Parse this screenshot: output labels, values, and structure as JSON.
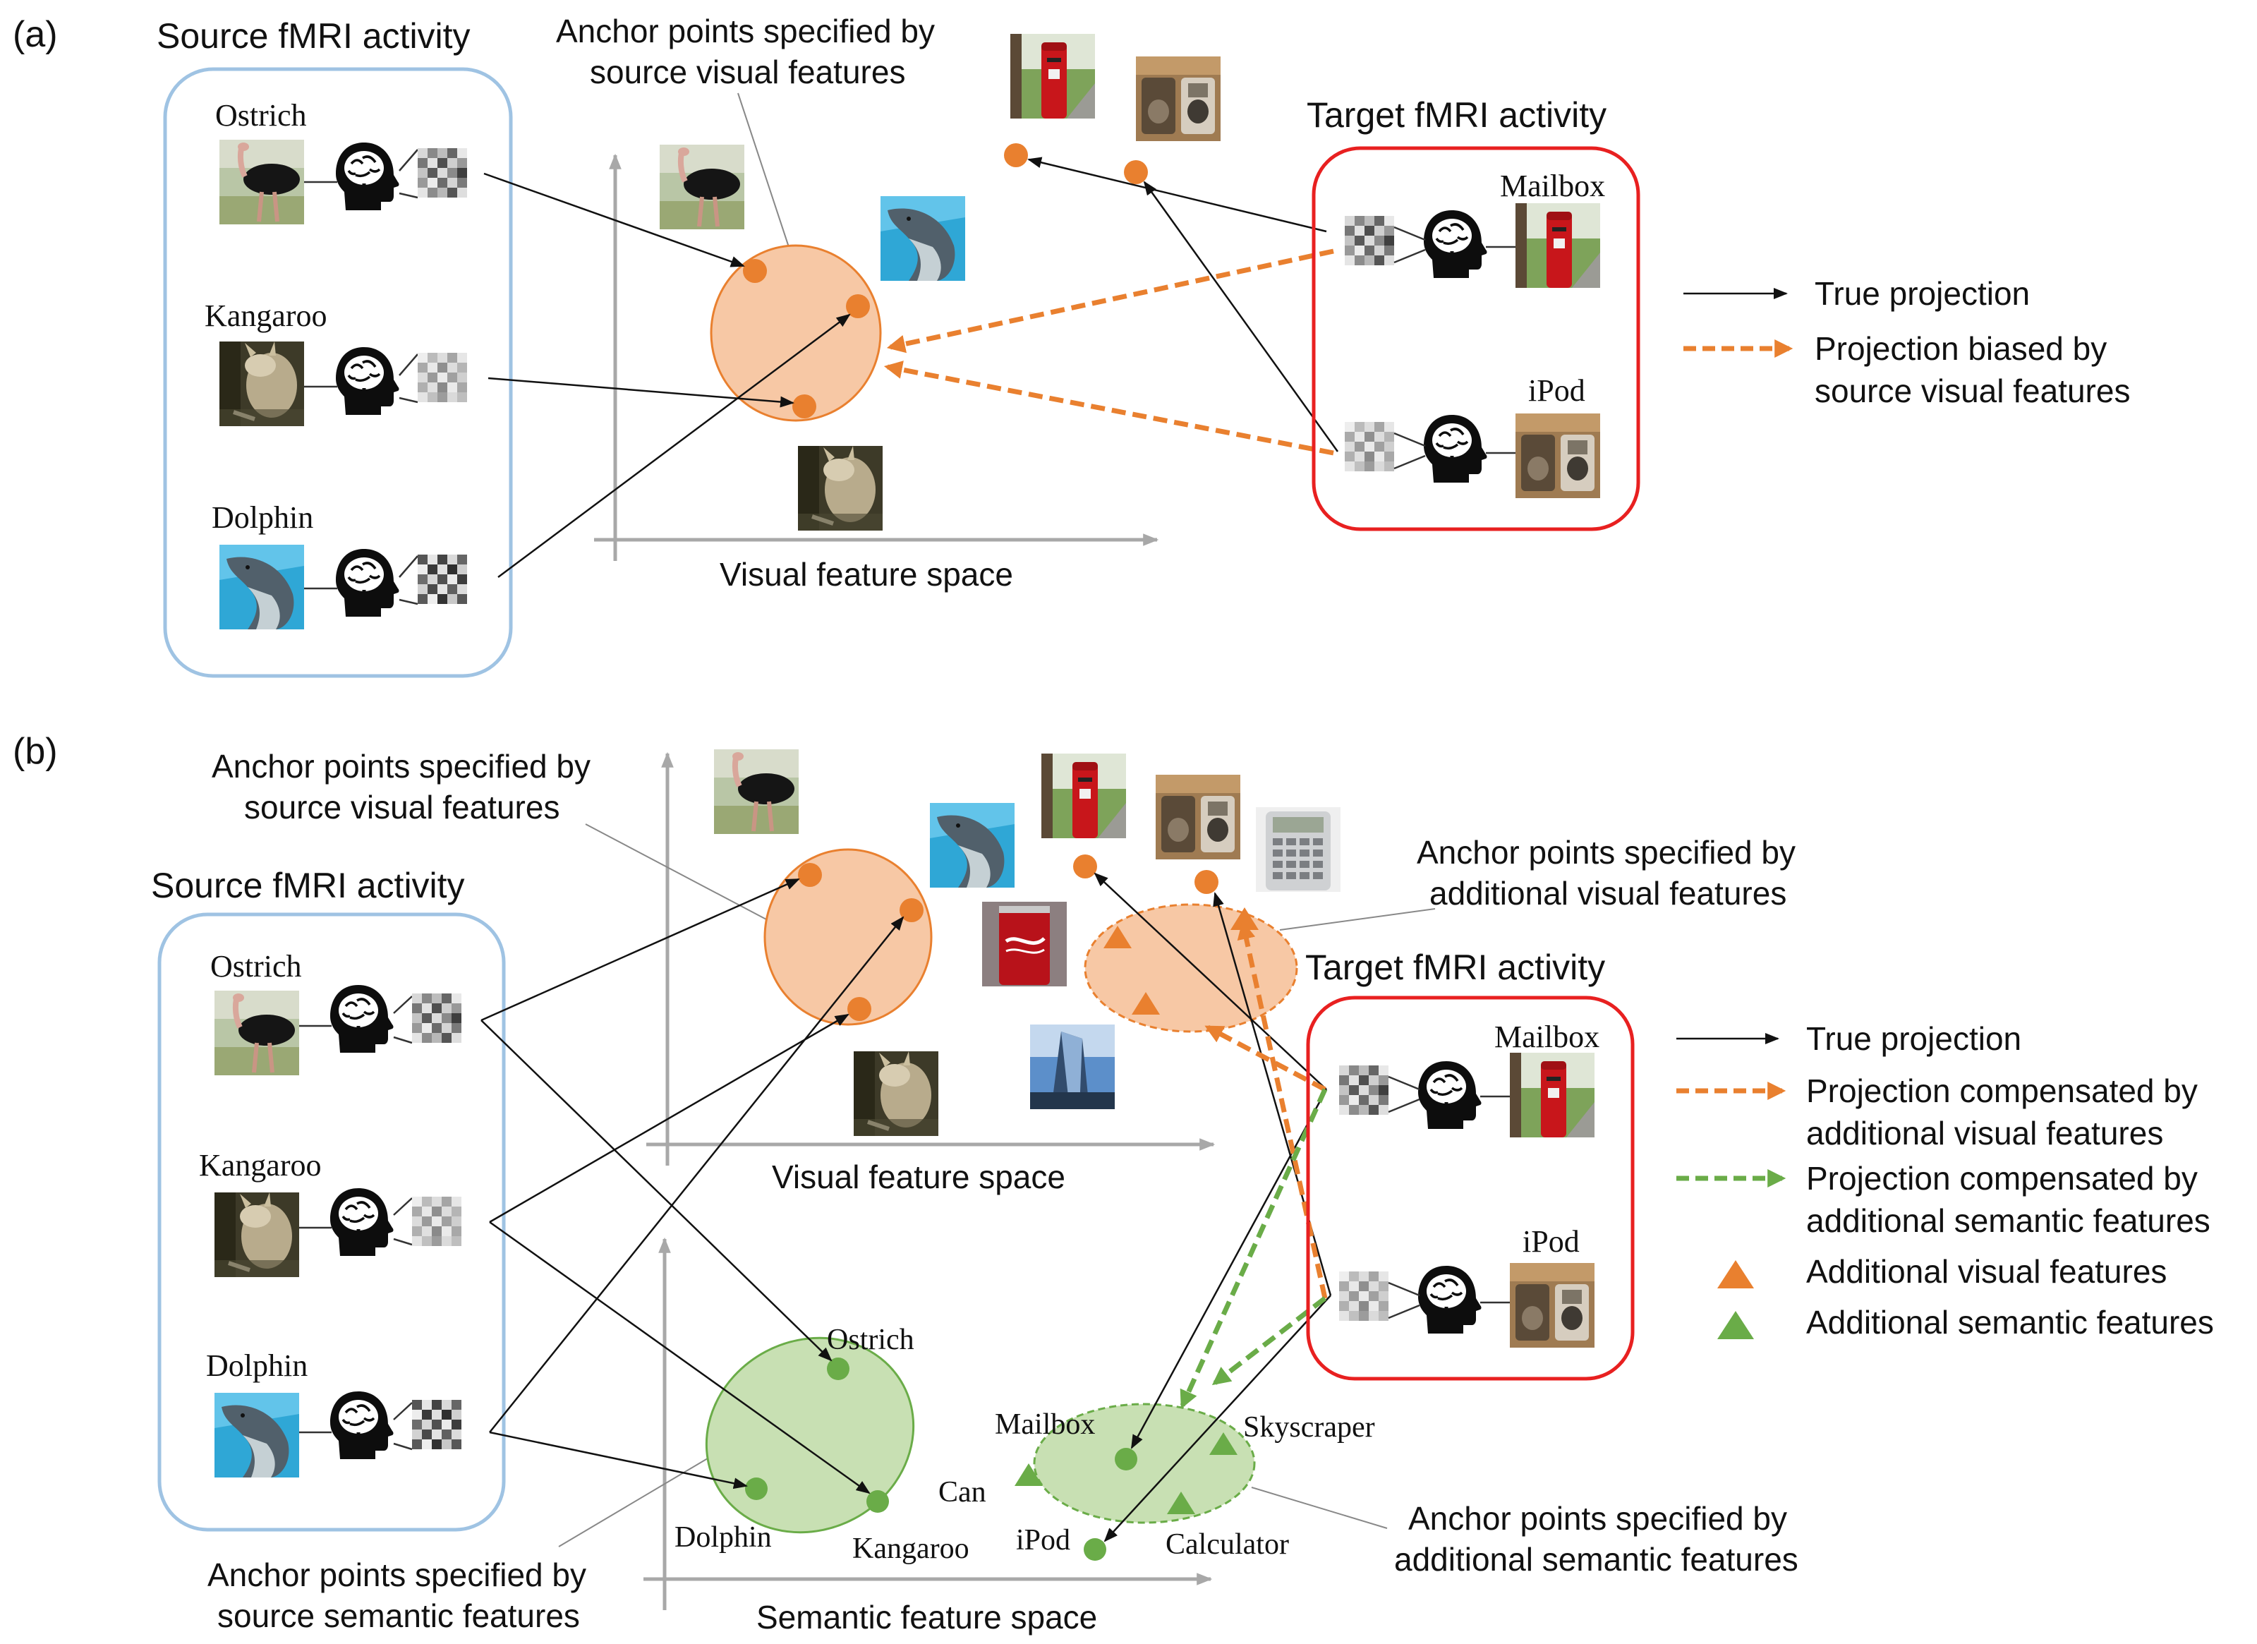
{
  "panel_a": {
    "tag": "(a)",
    "source_title": "Source fMRI activity",
    "target_title": "Target fMRI activity",
    "anchor_label_1": "Anchor points specified by",
    "anchor_label_2": "source visual features",
    "axis_label": "Visual feature space",
    "source_items": [
      "Ostrich",
      "Kangaroo",
      "Dolphin"
    ],
    "target_items": [
      "Mailbox",
      "iPod"
    ],
    "legend": {
      "true_projection": "True projection",
      "biased_1": "Projection biased by",
      "biased_2": "source visual features"
    }
  },
  "panel_b": {
    "tag": "(b)",
    "source_title": "Source fMRI activity",
    "target_title": "Target fMRI activity",
    "anchor_src_vis_1": "Anchor points specified by",
    "anchor_src_vis_2": "source visual features",
    "anchor_add_vis_1": "Anchor points specified by",
    "anchor_add_vis_2": "additional visual features",
    "anchor_src_sem_1": "Anchor points specified by",
    "anchor_src_sem_2": "source semantic features",
    "anchor_add_sem_1": "Anchor points specified by",
    "anchor_add_sem_2": "additional semantic features",
    "visual_axis_label": "Visual feature space",
    "semantic_axis_label": "Semantic feature space",
    "source_items": [
      "Ostrich",
      "Kangaroo",
      "Dolphin"
    ],
    "target_items": [
      "Mailbox",
      "iPod"
    ],
    "semantic_points": {
      "ostrich": "Ostrich",
      "dolphin": "Dolphin",
      "kangaroo": "Kangaroo",
      "mailbox": "Mailbox",
      "can": "Can",
      "ipod": "iPod",
      "skyscraper": "Skyscraper",
      "calculator": "Calculator"
    },
    "legend": {
      "true_projection": "True projection",
      "comp_vis_1": "Projection compensated by",
      "comp_vis_2": "additional visual features",
      "comp_sem_1": "Projection compensated by",
      "comp_sem_2": "additional semantic features",
      "add_vis": "Additional visual features",
      "add_sem": "Additional semantic features"
    }
  },
  "colors": {
    "orange": "#e9802f",
    "orange_fill": "#f7c8a5",
    "green": "#6aac48",
    "green_fill": "#c8e0b3",
    "source_box": "#9fc3e3",
    "target_box": "#e82020",
    "axis": "#a8a8a8"
  },
  "icons": [
    "brain-head-icon",
    "fmri-pattern-icon",
    "photo-thumbnail"
  ]
}
